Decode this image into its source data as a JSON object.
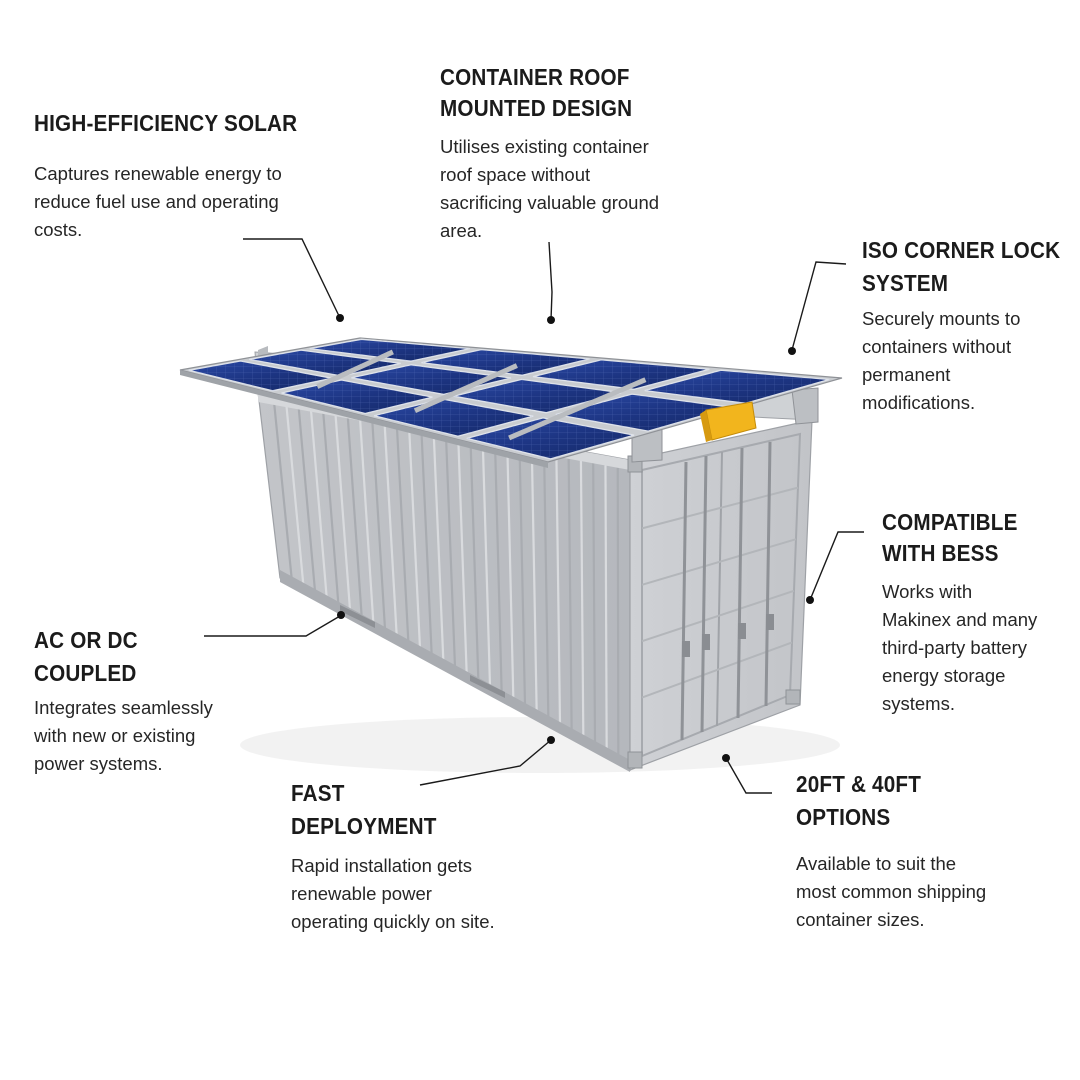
{
  "features": {
    "solar": {
      "title": [
        "HIGH-EFFICIENCY SOLAR"
      ],
      "body": [
        "Captures renewable energy to",
        "reduce fuel use and operating",
        "costs."
      ]
    },
    "roof": {
      "title": [
        "CONTAINER ROOF",
        "MOUNTED DESIGN"
      ],
      "body": [
        "Utilises existing container",
        "roof space without",
        "sacrificing valuable ground",
        "area."
      ]
    },
    "iso": {
      "title": [
        "ISO CORNER LOCK",
        "SYSTEM"
      ],
      "body": [
        "Securely mounts to",
        "containers without",
        "permanent",
        "modifications."
      ]
    },
    "bess": {
      "title": [
        "COMPATIBLE",
        "WITH BESS"
      ],
      "body": [
        "Works with",
        "Makinex and many",
        "third-party battery",
        "energy storage",
        "systems."
      ]
    },
    "coupled": {
      "title": [
        "AC OR DC",
        "COUPLED"
      ],
      "body": [
        "Integrates seamlessly",
        "with new or existing",
        "power systems."
      ]
    },
    "deploy": {
      "title": [
        "FAST",
        "DEPLOYMENT"
      ],
      "body": [
        "Rapid installation gets",
        "renewable power",
        "operating quickly on site."
      ]
    },
    "sizes": {
      "title": [
        "20FT & 40FT",
        "OPTIONS"
      ],
      "body": [
        "Available to suit the",
        "most common shipping",
        "container sizes."
      ]
    }
  },
  "colors": {
    "container": "#c9cbcf",
    "panel": "#1f3a8a",
    "frame": "#b9bcc0",
    "lock": "#f0b41c"
  },
  "icons": [
    "solar-panel-array",
    "shipping-container",
    "iso-corner-lock"
  ]
}
